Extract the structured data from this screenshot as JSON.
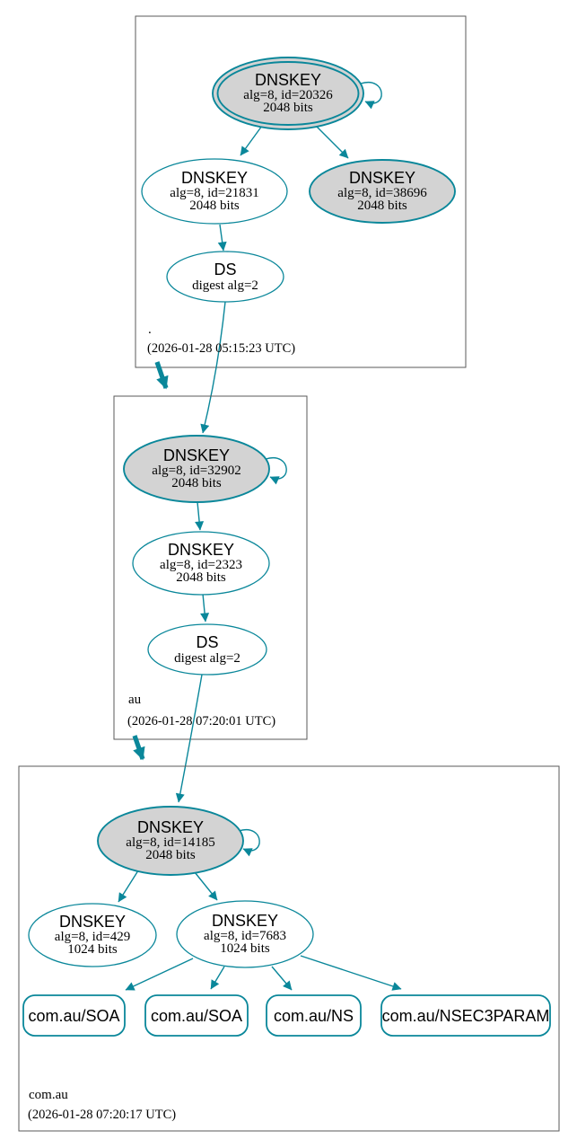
{
  "colors": {
    "edge_teal": "#0a879a",
    "ksk_fill_gray": "#d3d3d3",
    "node_fill_white": "#ffffff",
    "zone_box_border": "#5a5a5a",
    "text": "#000000"
  },
  "zones": [
    {
      "name": ".",
      "timestamp": "(2026-01-28 05:15:23 UTC)",
      "ksk": {
        "title": "DNSKEY",
        "alg": "alg=8, id=20326",
        "bits": "2048 bits"
      },
      "zsk": {
        "title": "DNSKEY",
        "alg": "alg=8, id=21831",
        "bits": "2048 bits"
      },
      "extra": {
        "title": "DNSKEY",
        "alg": "alg=8, id=38696",
        "bits": "2048 bits"
      },
      "ds": {
        "title": "DS",
        "digest": "digest alg=2"
      }
    },
    {
      "name": "au",
      "timestamp": "(2026-01-28 07:20:01 UTC)",
      "ksk": {
        "title": "DNSKEY",
        "alg": "alg=8, id=32902",
        "bits": "2048 bits"
      },
      "zsk": {
        "title": "DNSKEY",
        "alg": "alg=8, id=2323",
        "bits": "2048 bits"
      },
      "ds": {
        "title": "DS",
        "digest": "digest alg=2"
      }
    },
    {
      "name": "com.au",
      "timestamp": "(2026-01-28 07:20:17 UTC)",
      "ksk": {
        "title": "DNSKEY",
        "alg": "alg=8, id=14185",
        "bits": "2048 bits"
      },
      "zsk1": {
        "title": "DNSKEY",
        "alg": "alg=8, id=429",
        "bits": "1024 bits"
      },
      "zsk2": {
        "title": "DNSKEY",
        "alg": "alg=8, id=7683",
        "bits": "1024 bits"
      },
      "rrsets": [
        {
          "label": "com.au/SOA"
        },
        {
          "label": "com.au/SOA"
        },
        {
          "label": "com.au/NS"
        },
        {
          "label": "com.au/NSEC3PARAM"
        }
      ]
    }
  ]
}
